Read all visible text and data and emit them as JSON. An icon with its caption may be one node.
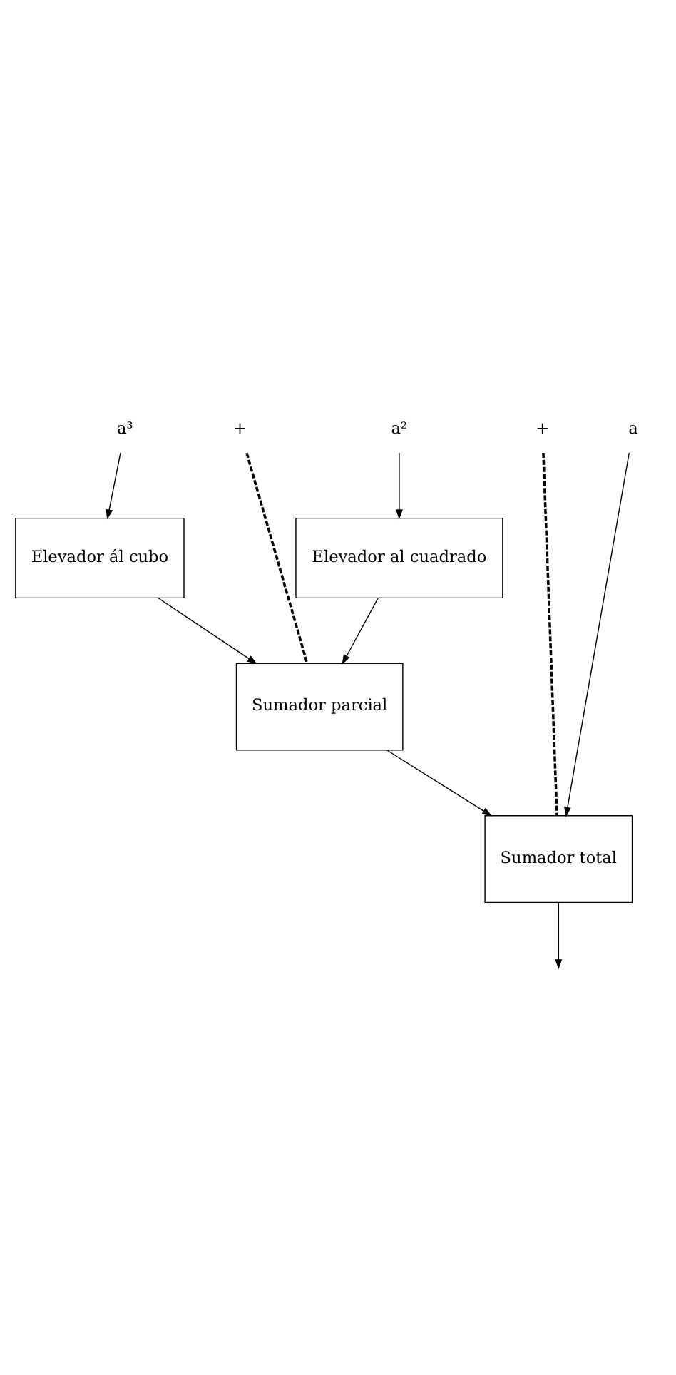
{
  "diagram": {
    "nodes": [
      {
        "text": [
          "a³"
        ]
      },
      {
        "text": [
          "+"
        ]
      },
      {
        "text": [
          "a²"
        ]
      },
      {
        "text": [
          "+"
        ]
      },
      {
        "text": [
          "a"
        ]
      },
      {
        "text": [
          "Elevador ál cubo"
        ]
      },
      {
        "text": [
          "Elevador al cuadrado"
        ]
      },
      {
        "text": [
          "Sumador parcial"
        ]
      },
      {
        "text": [
          "Sumador total"
        ]
      }
    ],
    "edges": [
      {
        "from": 0,
        "to": 5,
        "arrow": "to"
      },
      {
        "from": 1,
        "to": 7,
        "arrow": "none",
        "style": "dashed"
      },
      {
        "from": 2,
        "to": 6,
        "arrow": "to"
      },
      {
        "from": 3,
        "to": 8,
        "arrow": "none",
        "style": "dashed"
      },
      {
        "from": 4,
        "to": 8,
        "arrow": "to"
      },
      {
        "from": 5,
        "to": 7,
        "arrow": "to"
      },
      {
        "from": 6,
        "to": 7,
        "arrow": "to"
      },
      {
        "from": 7,
        "to": 8,
        "arrow": "to"
      },
      {
        "from": 8,
        "to": null,
        "arrow": "to"
      }
    ]
  }
}
